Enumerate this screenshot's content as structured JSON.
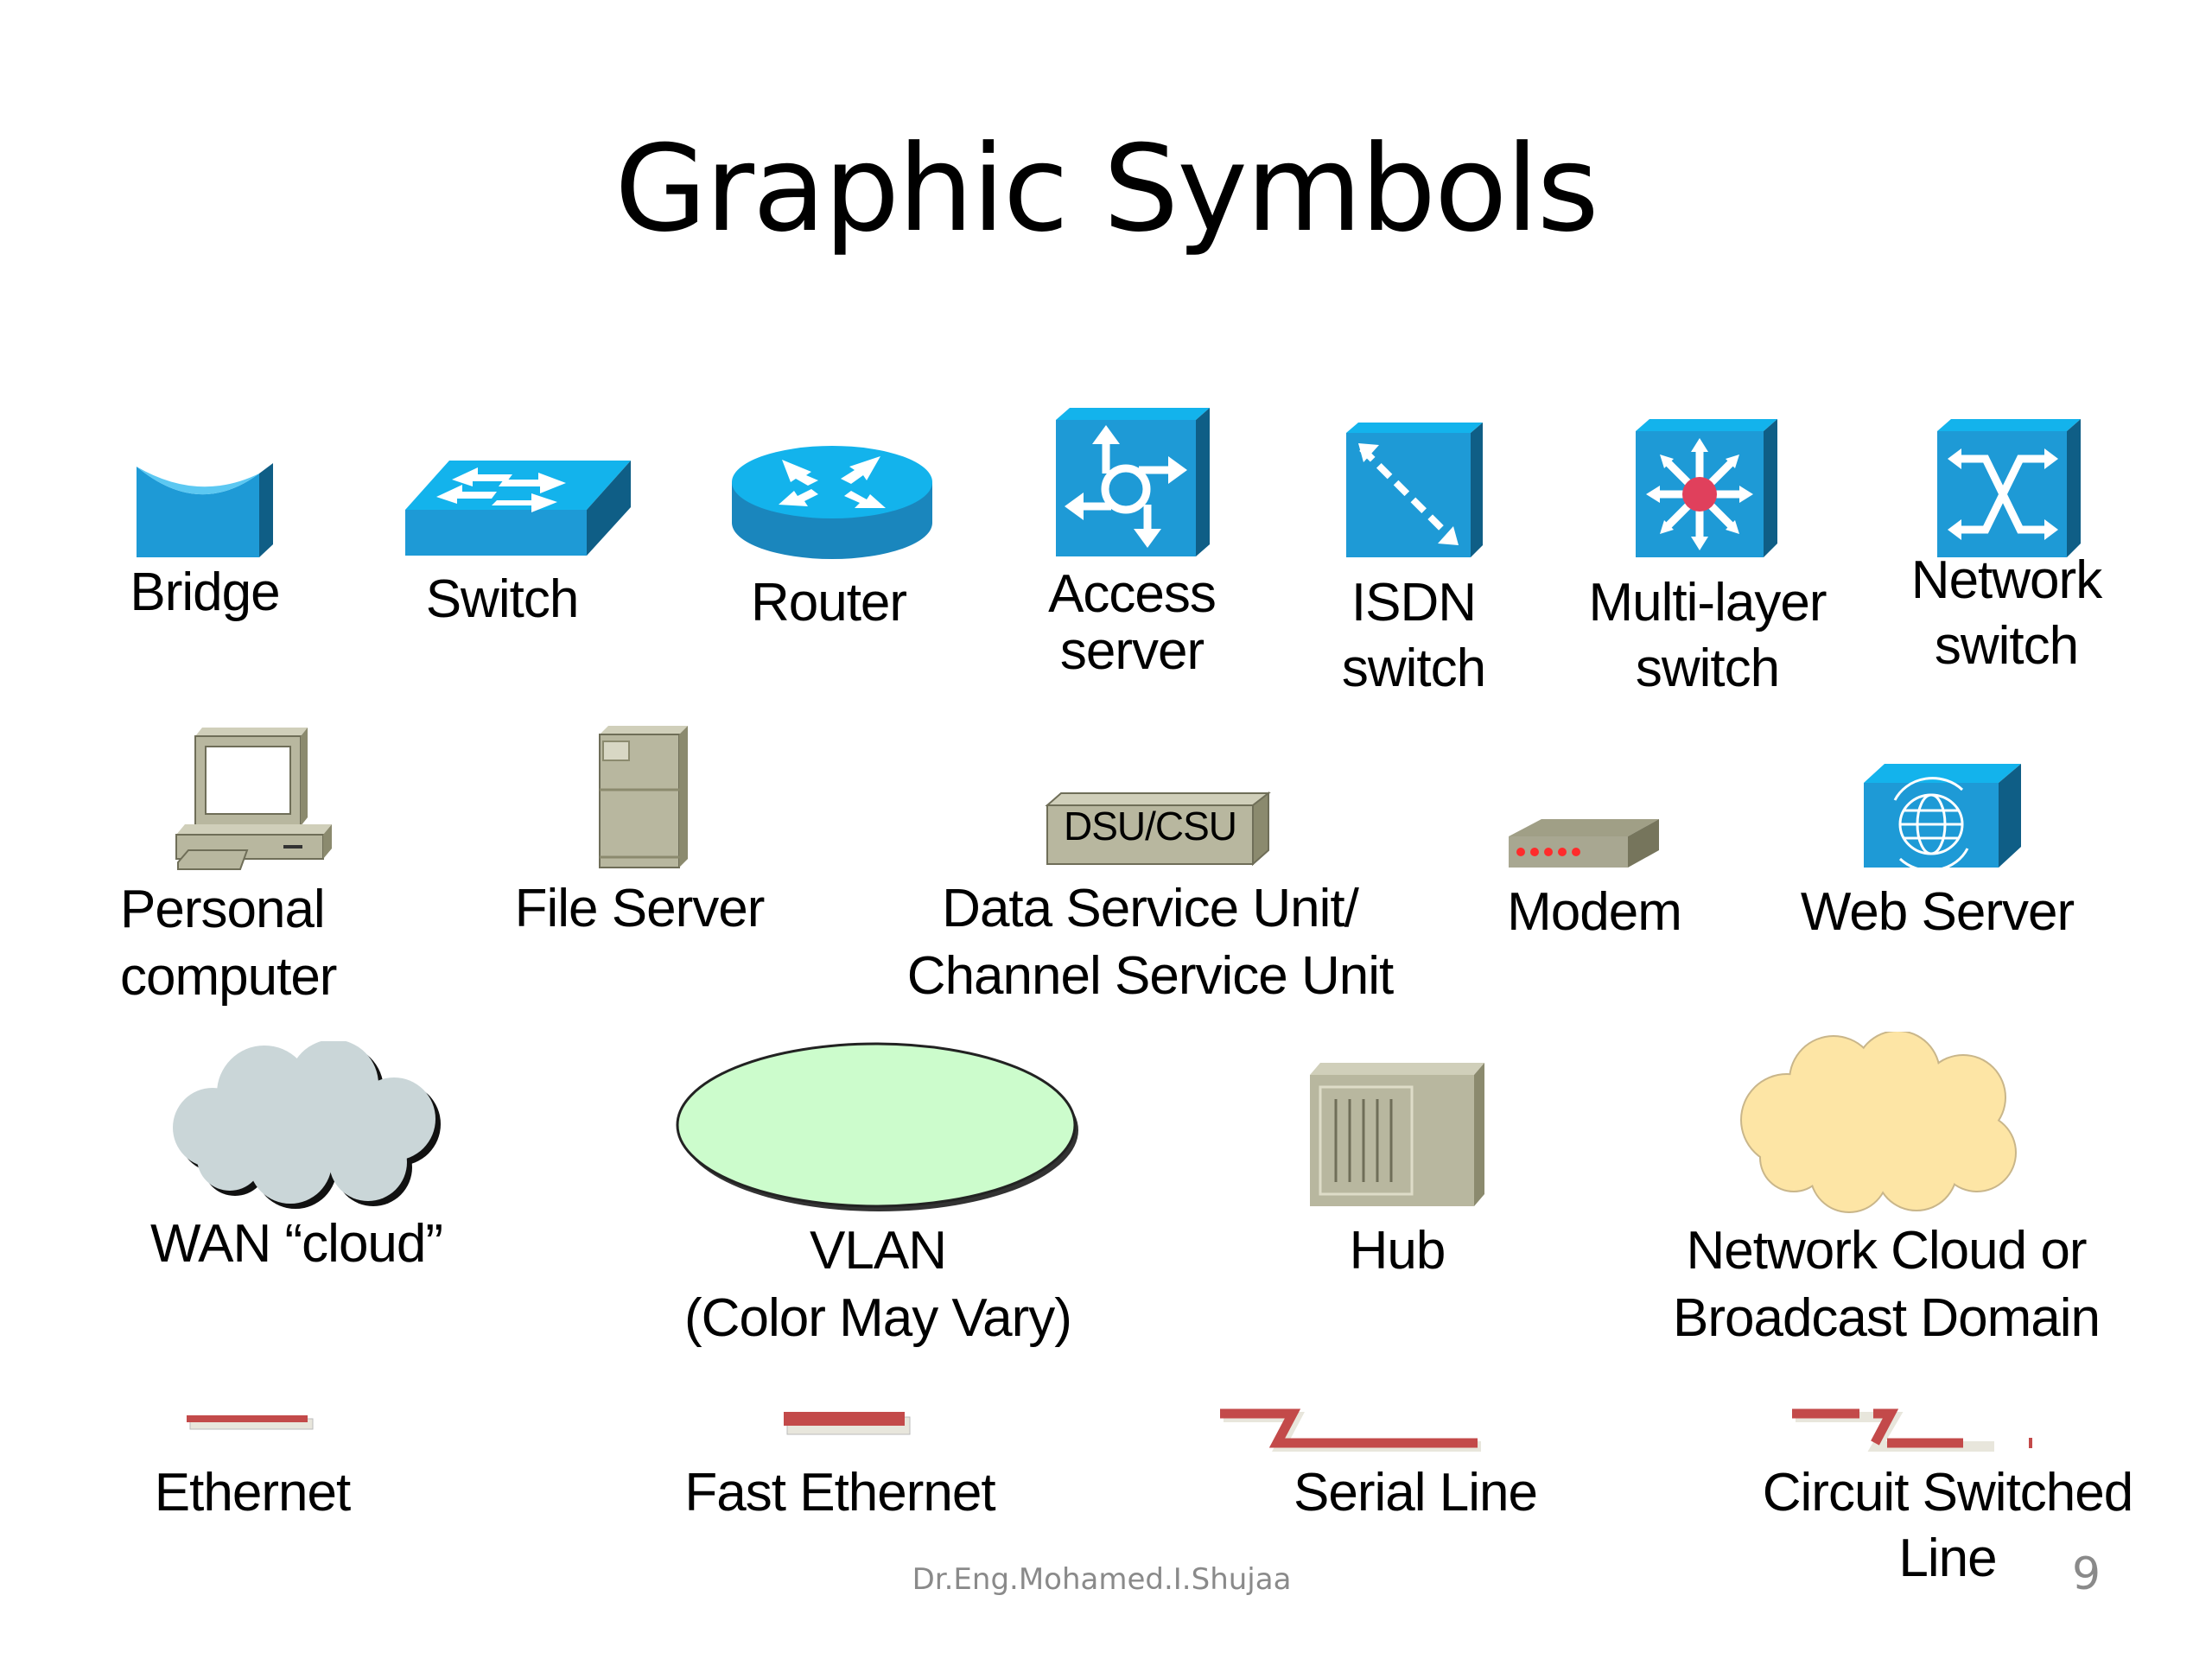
{
  "slide": {
    "title": "Graphic Symbols",
    "footer": "Dr.Eng.Mohamed.I.Shujaa",
    "page_number": "9"
  },
  "colors": {
    "device_blue": "#1e9ad6",
    "device_blue_top": "#13b3ec",
    "device_blue_side": "#0f5e86",
    "equipment_gray": "#b8b79f",
    "equipment_gray_side": "#8b8a6e",
    "vlan_green": "#ccfccc",
    "wan_cloud": "#cad6d8",
    "network_cloud": "#fde5a5",
    "link_red": "#c34a4a",
    "modem_led": "#ff2b2b",
    "multilayer_dot": "#e0405c"
  },
  "symbols": {
    "bridge": {
      "label": "Bridge"
    },
    "switch": {
      "label": "Switch"
    },
    "router": {
      "label": "Router"
    },
    "access_server": {
      "label_line1": "Access",
      "label_line2": "server"
    },
    "isdn_switch": {
      "label_line1": "ISDN",
      "label_line2": "switch"
    },
    "multilayer_switch": {
      "label_line1": "Multi-layer",
      "label_line2": "switch"
    },
    "network_switch": {
      "label_line1": "Network",
      "label_line2": "switch"
    },
    "personal_computer": {
      "label_line1": "Personal",
      "label_line2": "computer"
    },
    "file_server": {
      "label": "File Server"
    },
    "dsu_csu": {
      "device_text": "DSU/CSU",
      "label_line1": "Data Service Unit/",
      "label_line2": "Channel Service Unit"
    },
    "modem": {
      "label": "Modem"
    },
    "web_server": {
      "device_text": "WWW",
      "label": "Web Server"
    },
    "wan_cloud": {
      "label": "WAN “cloud”"
    },
    "vlan": {
      "label_line1": "VLAN",
      "label_line2": "(Color May Vary)"
    },
    "hub": {
      "label": "Hub"
    },
    "network_cloud": {
      "label_line1": "Network Cloud or",
      "label_line2": "Broadcast Domain"
    },
    "ethernet": {
      "label": "Ethernet"
    },
    "fast_ethernet": {
      "label": "Fast Ethernet"
    },
    "serial_line": {
      "label": "Serial Line"
    },
    "circuit_switched_line": {
      "label_line1": "Circuit Switched",
      "label_line2": "Line"
    }
  }
}
